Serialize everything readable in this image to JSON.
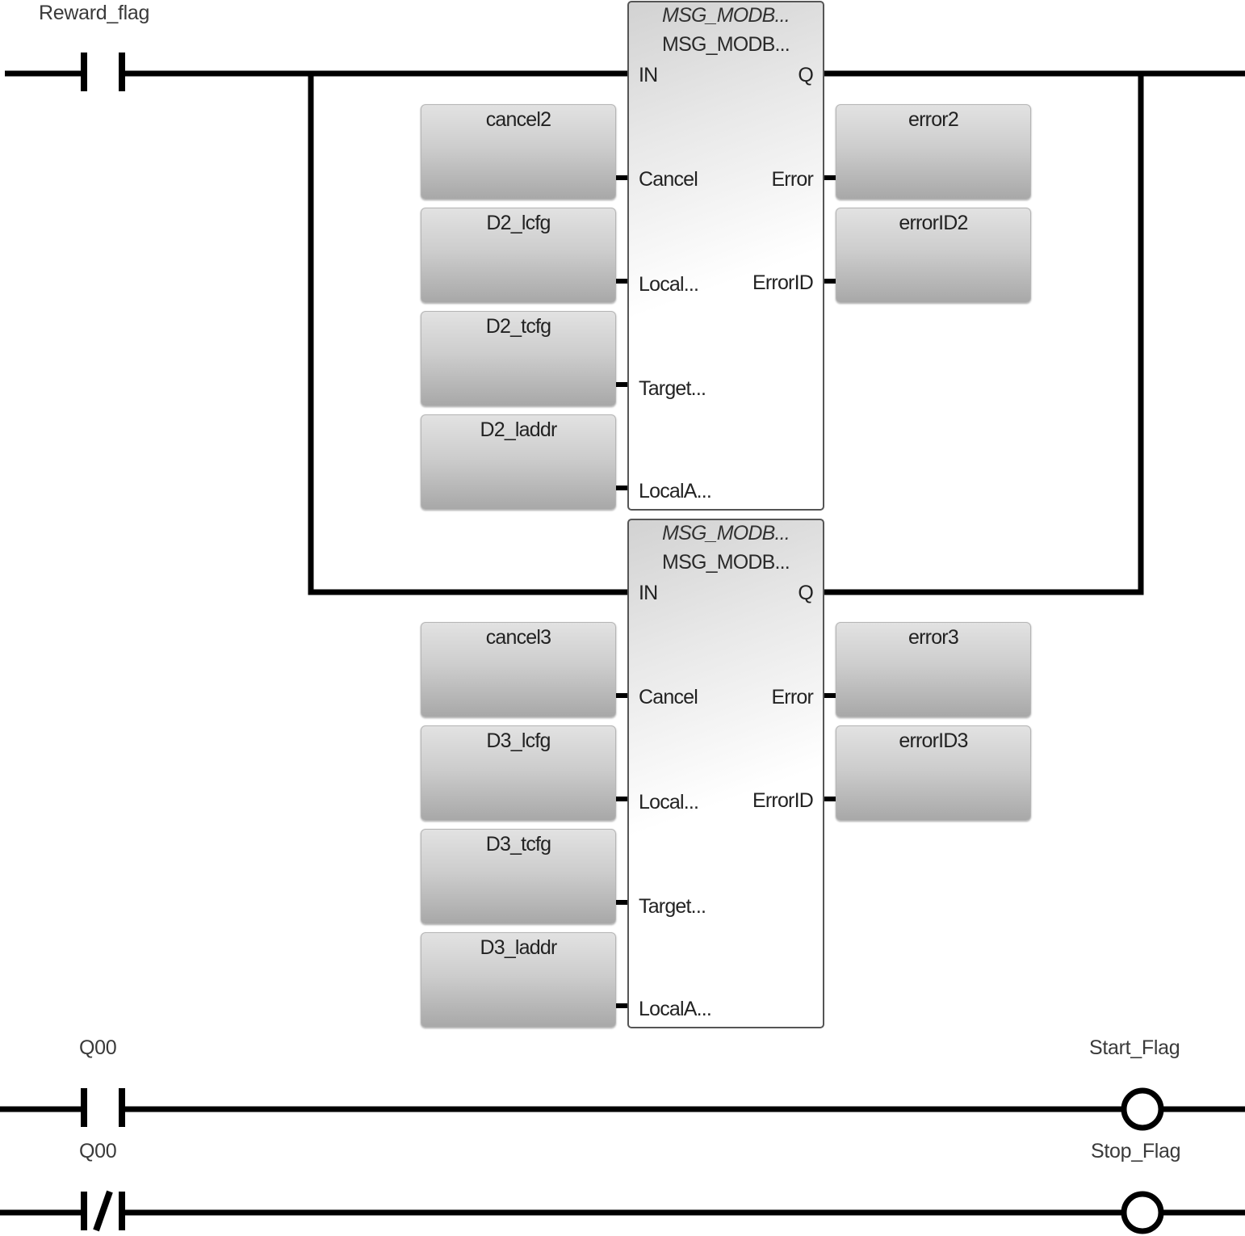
{
  "diagram": {
    "type": "ladder-logic",
    "rungs": [
      {
        "contact": {
          "name": "Reward_flag",
          "kind": "normally-open"
        },
        "blocks": [
          {
            "type_name": "MSG_MODB...",
            "instance_name": "MSG_MODB...",
            "en_in": "IN",
            "en_out": "Q",
            "inputs": [
              {
                "pin": "Cancel",
                "variable": "cancel2"
              },
              {
                "pin": "Local...",
                "variable": "D2_lcfg"
              },
              {
                "pin": "Target...",
                "variable": "D2_tcfg"
              },
              {
                "pin": "LocalA...",
                "variable": "D2_laddr"
              }
            ],
            "outputs": [
              {
                "pin": "Error",
                "variable": "error2"
              },
              {
                "pin": "ErrorID",
                "variable": "errorID2"
              }
            ]
          },
          {
            "type_name": "MSG_MODB...",
            "instance_name": "MSG_MODB...",
            "en_in": "IN",
            "en_out": "Q",
            "inputs": [
              {
                "pin": "Cancel",
                "variable": "cancel3"
              },
              {
                "pin": "Local...",
                "variable": "D3_lcfg"
              },
              {
                "pin": "Target...",
                "variable": "D3_tcfg"
              },
              {
                "pin": "LocalA...",
                "variable": "D3_laddr"
              }
            ],
            "outputs": [
              {
                "pin": "Error",
                "variable": "error3"
              },
              {
                "pin": "ErrorID",
                "variable": "errorID3"
              }
            ]
          }
        ]
      },
      {
        "contact": {
          "name": "Q00",
          "kind": "normally-open"
        },
        "coil": {
          "name": "Start_Flag",
          "kind": "output"
        }
      },
      {
        "contact": {
          "name": "Q00",
          "kind": "normally-closed"
        },
        "coil": {
          "name": "Stop_Flag",
          "kind": "output"
        }
      }
    ]
  }
}
